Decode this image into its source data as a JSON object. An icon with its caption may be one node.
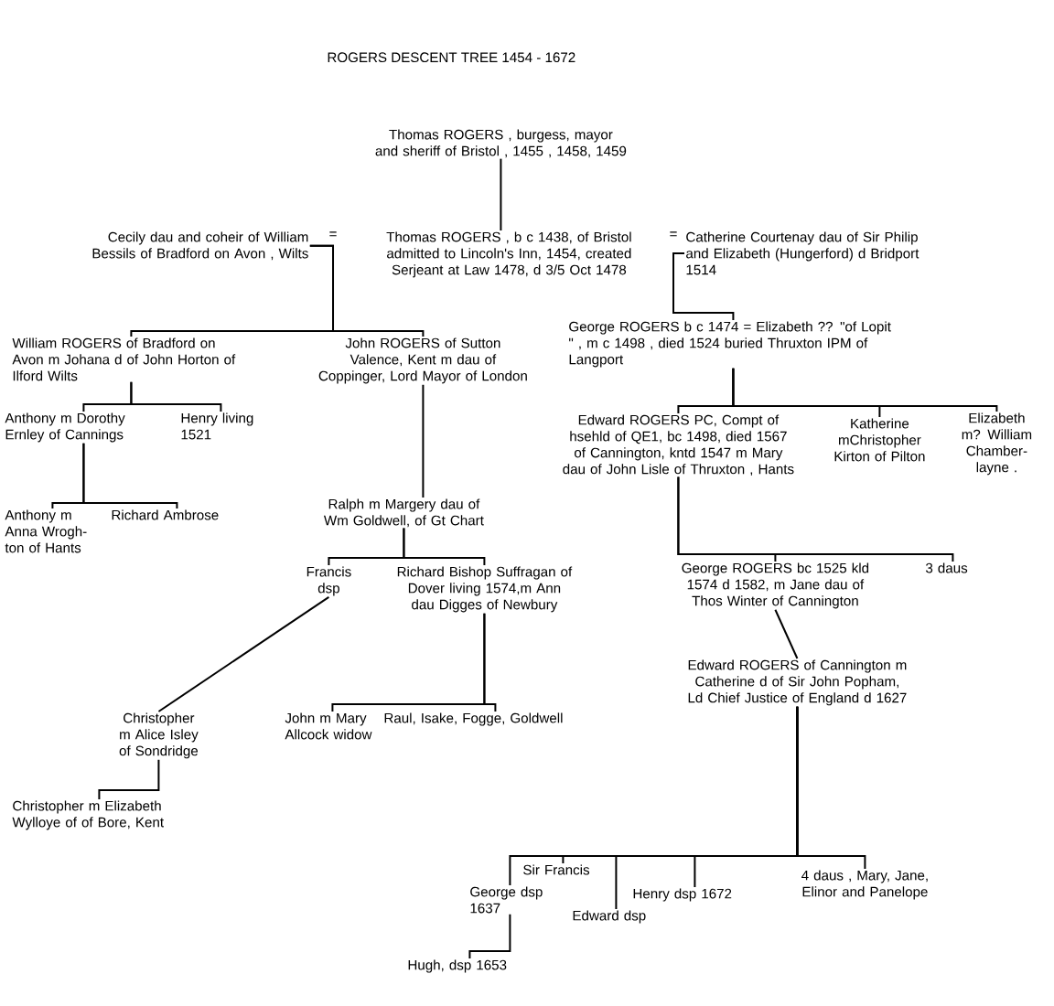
{
  "diagram": {
    "title": "ROGERS DESCENT TREE  1454 - 1672",
    "nodes": [
      {
        "text": [
          "Thomas ROGERS , burgess, mayor and sheriff of Bristol , 1455 , 1458, 1459"
        ]
      },
      {
        "text": [
          "Cecily dau and coheir of William Bessils of Bradford on Avon , Wilts"
        ]
      },
      {
        "text": [
          "Thomas ROGERS , b c 1438, of Bristol admitted to Lincoln's Inn, 1454, created Serjeant at Law 1478, d 3/5 Oct 1478"
        ]
      },
      {
        "text": [
          "Catherine Courtenay dau of Sir Philip and Elizabeth (Hungerford) d Bridport 1514"
        ]
      },
      {
        "text": [
          "William ROGERS of Bradford on Avon m Johana d of John Horton of Ilford Wilts"
        ]
      },
      {
        "text": [
          "John ROGERS of Sutton Valence, Kent m dau of Coppinger, Lord Mayor of London"
        ]
      },
      {
        "text": [
          "George ROGERS b c 1474  = Elizabeth ?? \"of Lopit \" , m c 1498 , died 1524 buried Thruxton IPM of Langport"
        ]
      },
      {
        "text": [
          "Anthony m Dorothy Ernley of Cannings"
        ]
      },
      {
        "text": [
          "Henry living 1521"
        ]
      },
      {
        "text": [
          "Anthony m Anna Wrogh- ton of Hants"
        ]
      },
      {
        "text": [
          "Richard Ambrose"
        ]
      },
      {
        "text": [
          "Ralph  m Margery dau of Wm Goldwell, of Gt Chart"
        ]
      },
      {
        "text": [
          "Francis dsp"
        ]
      },
      {
        "text": [
          "Richard Bishop Suffragan of Dover living 1574,m Ann dau Digges of Newbury"
        ]
      },
      {
        "text": [
          "Christopher m Alice Isley of Sondridge"
        ]
      },
      {
        "text": [
          "Christopher m Elizabeth Wylloye of of Bore, Kent"
        ]
      },
      {
        "text": [
          "John m Mary Allcock widow"
        ]
      },
      {
        "text": [
          "Raul, Isake, Fogge, Goldwell"
        ]
      },
      {
        "text": [
          "Edward ROGERS PC, Compt of hsehld of QE1, bc 1498, died 1567 of Cannington, kntd 1547 m Mary dau of John Lisle of Thruxton , Hants"
        ]
      },
      {
        "text": [
          "Katherine mChristopher Kirton of Pilton"
        ]
      },
      {
        "text": [
          "Elizabeth m? William Chamber- layne ."
        ]
      },
      {
        "text": [
          "George ROGERS bc 1525 kld 1574 d 1582, m Jane dau of Thos Winter of Cannington"
        ]
      },
      {
        "text": [
          "3 daus"
        ]
      },
      {
        "text": [
          "Edward ROGERS of Cannington m Catherine d of Sir John Popham, Ld Chief Justice of England d 1627"
        ]
      },
      {
        "text": [
          "George dsp 1637"
        ]
      },
      {
        "text": [
          "Sir Francis"
        ]
      },
      {
        "text": [
          "Edward dsp"
        ]
      },
      {
        "text": [
          "Henry  dsp 1672"
        ]
      },
      {
        "text": [
          "4 daus , Mary, Jane, Elinor and Panelope"
        ]
      },
      {
        "text": [
          "Hugh, dsp 1653"
        ]
      }
    ],
    "edges": [
      {
        "from": 0,
        "to": 2,
        "arrow": "none"
      },
      {
        "from": 1,
        "to": 4,
        "arrow": "none"
      },
      {
        "from": 1,
        "to": 5,
        "arrow": "none"
      },
      {
        "from": 3,
        "to": 6,
        "arrow": "none"
      },
      {
        "from": 4,
        "to": 7,
        "arrow": "none"
      },
      {
        "from": 4,
        "to": 8,
        "arrow": "none"
      },
      {
        "from": 7,
        "to": 9,
        "arrow": "none"
      },
      {
        "from": 7,
        "to": 10,
        "arrow": "none"
      },
      {
        "from": 5,
        "to": 11,
        "arrow": "none"
      },
      {
        "from": 11,
        "to": 12,
        "arrow": "none"
      },
      {
        "from": 11,
        "to": 13,
        "arrow": "none"
      },
      {
        "from": 12,
        "to": 14,
        "arrow": "none"
      },
      {
        "from": 14,
        "to": 15,
        "arrow": "none"
      },
      {
        "from": 13,
        "to": 16,
        "arrow": "none"
      },
      {
        "from": 13,
        "to": 17,
        "arrow": "none"
      },
      {
        "from": 6,
        "to": 18,
        "arrow": "none"
      },
      {
        "from": 6,
        "to": 19,
        "arrow": "none"
      },
      {
        "from": 6,
        "to": 20,
        "arrow": "none"
      },
      {
        "from": 18,
        "to": 21,
        "arrow": "none"
      },
      {
        "from": 18,
        "to": 22,
        "arrow": "none"
      },
      {
        "from": 21,
        "to": 23,
        "arrow": "none"
      },
      {
        "from": 23,
        "to": 24,
        "arrow": "none"
      },
      {
        "from": 23,
        "to": 25,
        "arrow": "none"
      },
      {
        "from": 23,
        "to": 26,
        "arrow": "none"
      },
      {
        "from": 23,
        "to": 27,
        "arrow": "none"
      },
      {
        "from": 23,
        "to": 28,
        "arrow": "none"
      },
      {
        "from": 24,
        "to": 29,
        "arrow": "none"
      }
    ],
    "labels": [
      "=",
      "="
    ]
  }
}
